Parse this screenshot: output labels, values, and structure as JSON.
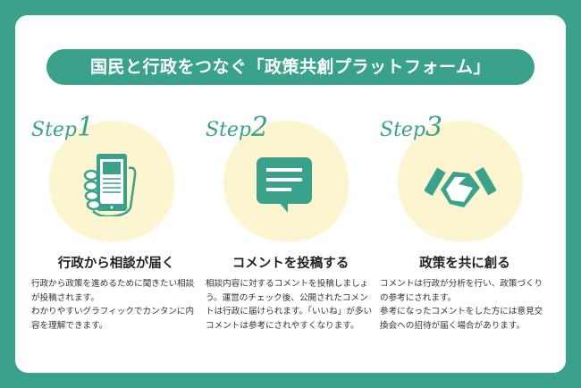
{
  "title": "国民と行政をつなぐ「政策共創プラットフォーム」",
  "accent_color": "#3aa18a",
  "steps": [
    {
      "step_word": "Step",
      "number": "1",
      "icon": "smartphone-in-hand-icon",
      "heading": "行政から相談が届く",
      "body": "行政から政策を進めるために聞きたい相談が投稿されます。\nわかりやすいグラフィックでカンタンに内容を理解できます。"
    },
    {
      "step_word": "Step",
      "number": "2",
      "icon": "speech-bubble-icon",
      "heading": "コメントを投稿する",
      "body": "相談内容に対するコメントを投稿しましょう。運営のチェック後、公開されたコメントは行政に届けられます。「いいね」が多いコメントは参考にされやすくなります。"
    },
    {
      "step_word": "Step",
      "number": "3",
      "icon": "handshake-icon",
      "heading": "政策を共に創る",
      "body": "コメントは行政が分析を行い、政策づくりの参考にされます。\n参考になったコメントをした方には意見交換会への招待が届く場合があります。"
    }
  ]
}
